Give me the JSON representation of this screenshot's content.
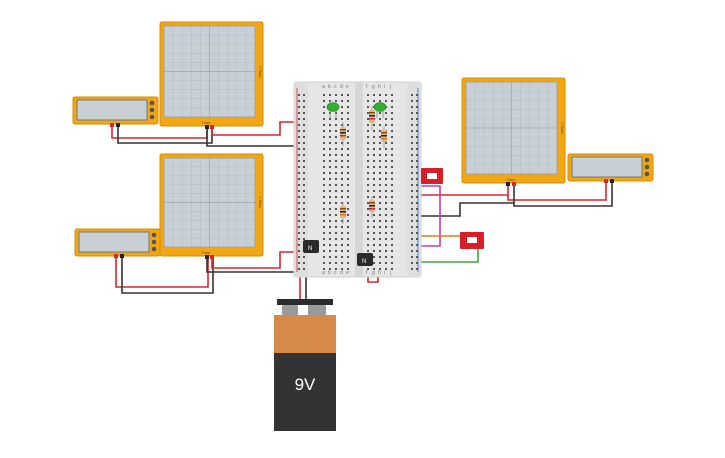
{
  "battery": {
    "label": "9V"
  },
  "oscilloscopes": [
    {
      "id": "scope-top-left",
      "time_label": "Time",
      "volts_label": "V Bias"
    },
    {
      "id": "scope-mid-left",
      "time_label": "Time",
      "volts_label": "V Bias"
    },
    {
      "id": "scope-right",
      "time_label": "Time",
      "volts_label": "V Bias"
    }
  ],
  "breadboard": {
    "column_letters_left": [
      "a",
      "b",
      "c",
      "d",
      "e"
    ],
    "column_letters_right": [
      "f",
      "g",
      "h",
      "i",
      "j"
    ]
  },
  "transistors": [
    {
      "id": "q1",
      "label": "N"
    },
    {
      "id": "q2",
      "label": "N"
    }
  ],
  "colors": {
    "instrument_frame": "#f2a612",
    "screen": "#c8d0d6",
    "breadboard": "#e6e6e6",
    "wire_red": "#d8262c",
    "wire_black": "#333333",
    "wire_purple": "#7b3fb5",
    "wire_magenta": "#c43ab0",
    "wire_orange": "#e07b20",
    "wire_green": "#3aa83a",
    "wire_yellow": "#e2c21d",
    "led_green": "#2fb12f",
    "switch_red": "#d81f27",
    "battery_top": "#d58a4b",
    "battery_body": "#333333"
  }
}
